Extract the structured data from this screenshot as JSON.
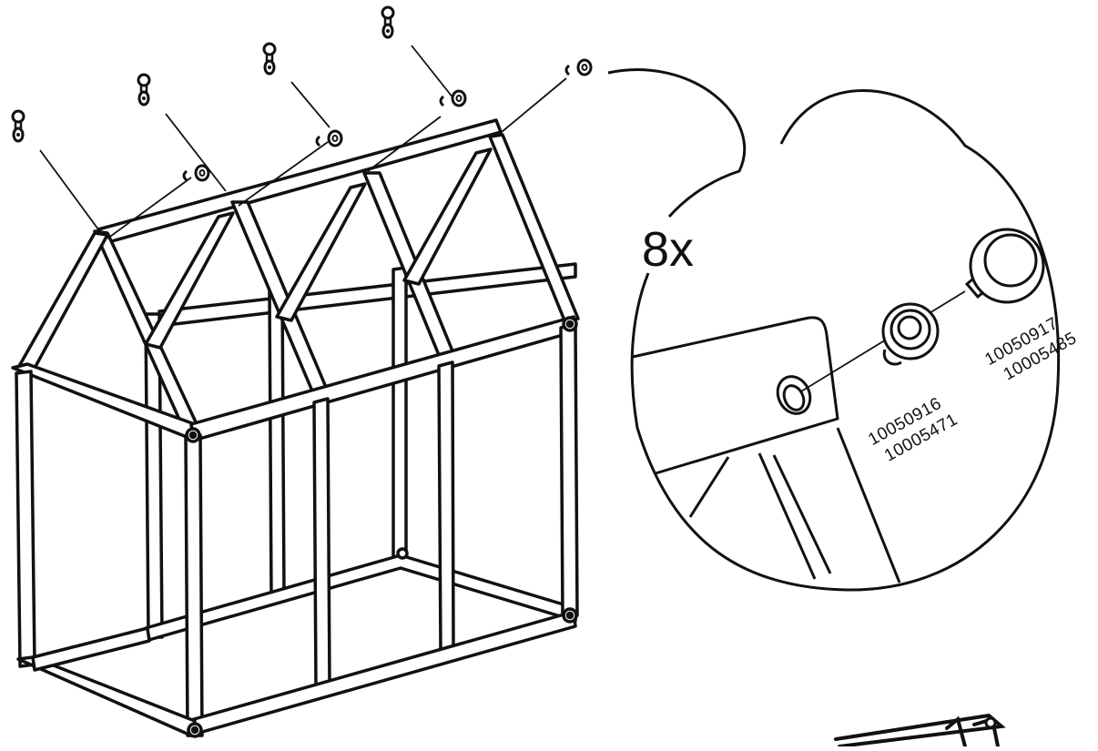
{
  "step": {
    "quantity_label": "8x",
    "parts": [
      {
        "id": "washer",
        "numbers": [
          "10050916",
          "10005471"
        ]
      },
      {
        "id": "cap",
        "numbers": [
          "10050917",
          "10005485"
        ]
      }
    ]
  },
  "colors": {
    "ink": "#111111",
    "background": "#ffffff"
  },
  "icons": [
    "greenhouse-frame-illustration",
    "detail-zoom-bubble",
    "screw-icon",
    "washer-icon",
    "cap-nut-icon"
  ]
}
